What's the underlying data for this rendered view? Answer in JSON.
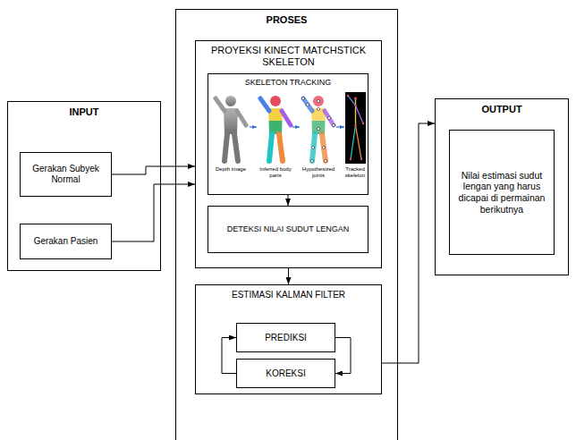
{
  "diagram": {
    "nodes": [
      {
        "text": [
          "INPUT"
        ]
      },
      {
        "text": [
          "Gerakan Subyek Normal"
        ],
        "in": 0
      },
      {
        "text": [
          "Gerakan Pasien"
        ],
        "in": 0
      },
      {
        "text": [
          "PROSES"
        ]
      },
      {
        "text": [
          "PROYEKSI KINECT MATCHSTICK SKELETON"
        ],
        "in": 3
      },
      {
        "text": [
          "SKELETON TRACKING"
        ],
        "in": 4
      },
      {
        "text": [
          "DETEKSI NILAI SUDUT LENGAN"
        ],
        "in": 4
      },
      {
        "text": [
          "ESTIMASI KALMAN FILTER"
        ],
        "in": 3
      },
      {
        "text": [
          "PREDIKSI"
        ],
        "in": 7
      },
      {
        "text": [
          "KOREKSI"
        ],
        "in": 7
      },
      {
        "text": [
          "OUTPUT"
        ]
      },
      {
        "text": [
          "Nilai estimasi sudut lengan yang harus dicapai di permainan berikutnya"
        ],
        "in": 10
      }
    ],
    "edges": [
      {
        "from": 1,
        "to": 4,
        "arrow": "to"
      },
      {
        "from": 2,
        "to": 4,
        "arrow": "to"
      },
      {
        "from": 5,
        "to": 6,
        "arrow": "to"
      },
      {
        "from": 4,
        "to": 7,
        "arrow": "to"
      },
      {
        "from": 7,
        "to": 10,
        "arrow": "to"
      },
      {
        "from": 8,
        "to": 9,
        "arrow": "to"
      },
      {
        "from": 9,
        "to": 8,
        "arrow": "to"
      }
    ],
    "labels": [
      "Depth image",
      "Inferred body parts",
      "Hypothesized joints",
      "Tracked skeleton"
    ]
  }
}
